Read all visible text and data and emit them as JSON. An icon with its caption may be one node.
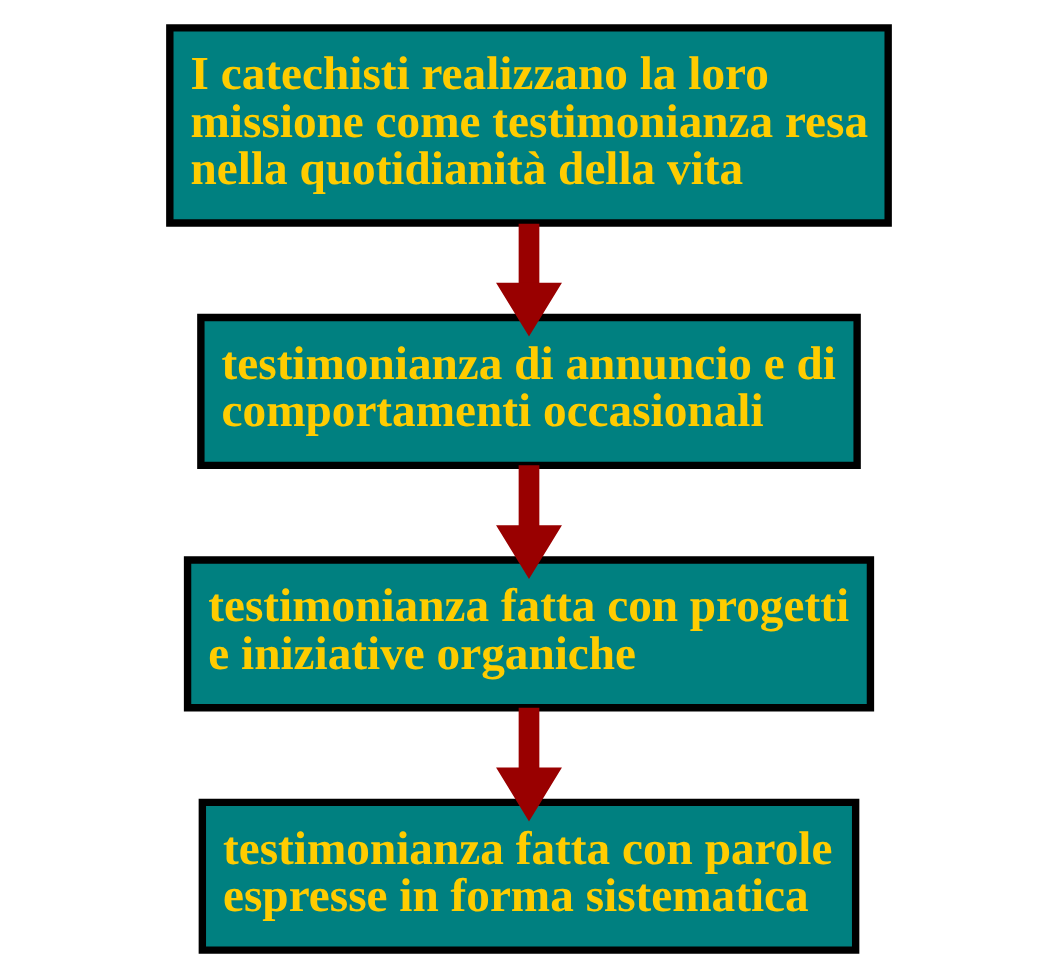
{
  "diagram": {
    "nodes": [
      {
        "text": [
          "I catechisti realizzano la loro missione come testimonianza resa nella quotidianità della vita"
        ]
      },
      {
        "text": [
          "testimonianza di annuncio e di comportamenti occasionali"
        ]
      },
      {
        "text": [
          "testimonianza fatta con progetti e iniziative organiche"
        ]
      },
      {
        "text": [
          "testimonianza fatta con parole espresse in forma sistematica"
        ]
      }
    ],
    "edges": [
      {
        "from": 0,
        "to": 1,
        "arrow": "to"
      },
      {
        "from": 1,
        "to": 2,
        "arrow": "to"
      },
      {
        "from": 2,
        "to": 3,
        "arrow": "to"
      }
    ]
  }
}
